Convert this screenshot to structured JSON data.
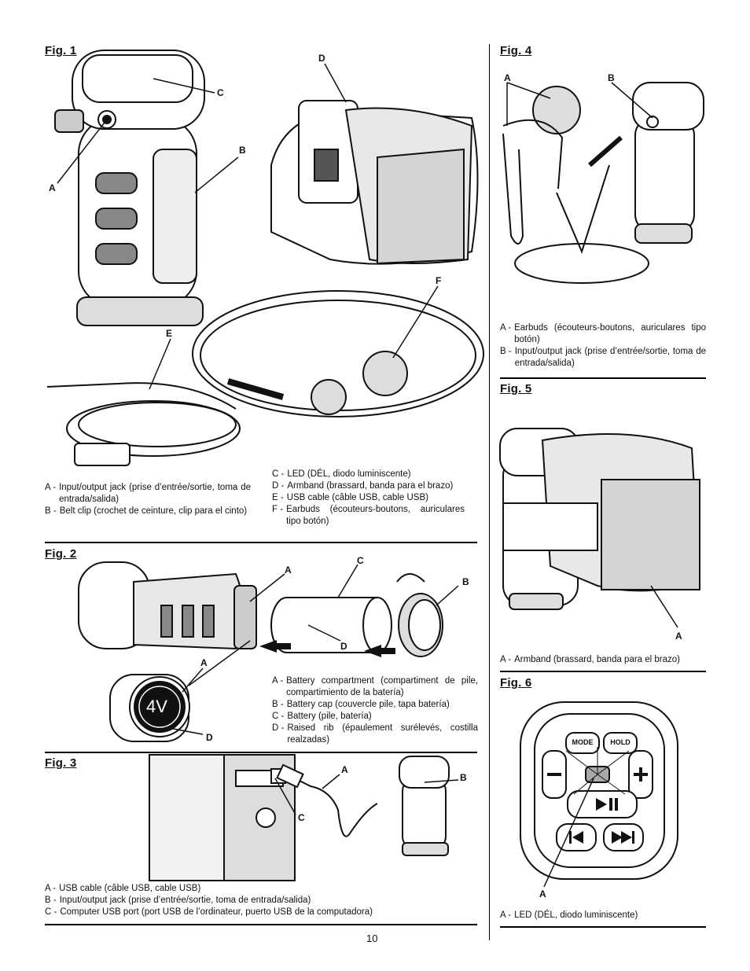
{
  "fig1": {
    "title": "Fig. 1",
    "labels": {
      "a": "A",
      "b": "B",
      "c": "C",
      "d": "D",
      "e": "E",
      "f": "F"
    },
    "legend_left": [
      {
        "k": "A -",
        "v": "Input/output jack (prise d’entrée/sortie, toma de entrada/salida)"
      },
      {
        "k": "B -",
        "v": "Belt clip (crochet de ceinture, clip para el cinto)"
      }
    ],
    "legend_right": [
      {
        "k": "C -",
        "v": "LED (DÉL, diodo luminiscente)"
      },
      {
        "k": "D -",
        "v": "Armband (brassard, banda para el brazo)"
      },
      {
        "k": "E -",
        "v": "USB cable (câble USB, cable USB)"
      },
      {
        "k": "F -",
        "v": "Earbuds (écouteurs-boutons, auriculares tipo botón)"
      }
    ]
  },
  "fig2": {
    "title": "Fig. 2",
    "labels": {
      "a1": "A",
      "a2": "A",
      "b": "B",
      "c": "C",
      "d1": "D",
      "d2": "D"
    },
    "battery_text": "4V",
    "legend": [
      {
        "k": "A -",
        "v": "Battery compartment (compartiment de pile, compartimiento de la batería)"
      },
      {
        "k": "B -",
        "v": "Battery cap (couvercle pile, tapa batería)"
      },
      {
        "k": "C -",
        "v": "Battery (pile, batería)"
      },
      {
        "k": "D -",
        "v": "Raised rib (épaulement surélevés, costilla realzadas)"
      }
    ]
  },
  "fig3": {
    "title": "Fig. 3",
    "labels": {
      "a": "A",
      "b": "B",
      "c": "C"
    },
    "legend": [
      {
        "k": "A -",
        "v": "USB cable (câble USB, cable USB)"
      },
      {
        "k": "B -",
        "v": "Input/output jack (prise d’entrée/sortie, toma de entrada/salida)"
      },
      {
        "k": "C -",
        "v": "Computer USB port (port USB de l’ordinateur, puerto USB de la computadora)"
      }
    ]
  },
  "fig4": {
    "title": "Fig. 4",
    "labels": {
      "a": "A",
      "b": "B"
    },
    "legend": [
      {
        "k": "A -",
        "v": "Earbuds (écouteurs-boutons, auriculares tipo botón)"
      },
      {
        "k": "B -",
        "v": "Input/output jack (prise d’entrée/sortie, toma de entrada/salida)"
      }
    ]
  },
  "fig5": {
    "title": "Fig. 5",
    "labels": {
      "a": "A"
    },
    "legend": [
      {
        "k": "A -",
        "v": "Armband (brassard, banda para el brazo)"
      }
    ]
  },
  "fig6": {
    "title": "Fig. 6",
    "labels": {
      "a": "A"
    },
    "buttons": {
      "mode": "MODE",
      "hold": "HOLD"
    },
    "legend": [
      {
        "k": "A -",
        "v": "LED (DÉL, diodo luminiscente)"
      }
    ]
  },
  "page_number": "10",
  "colors": {
    "ink": "#111111",
    "light": "#e6e6e6",
    "mid": "#b8b8b8",
    "dark": "#555555"
  }
}
